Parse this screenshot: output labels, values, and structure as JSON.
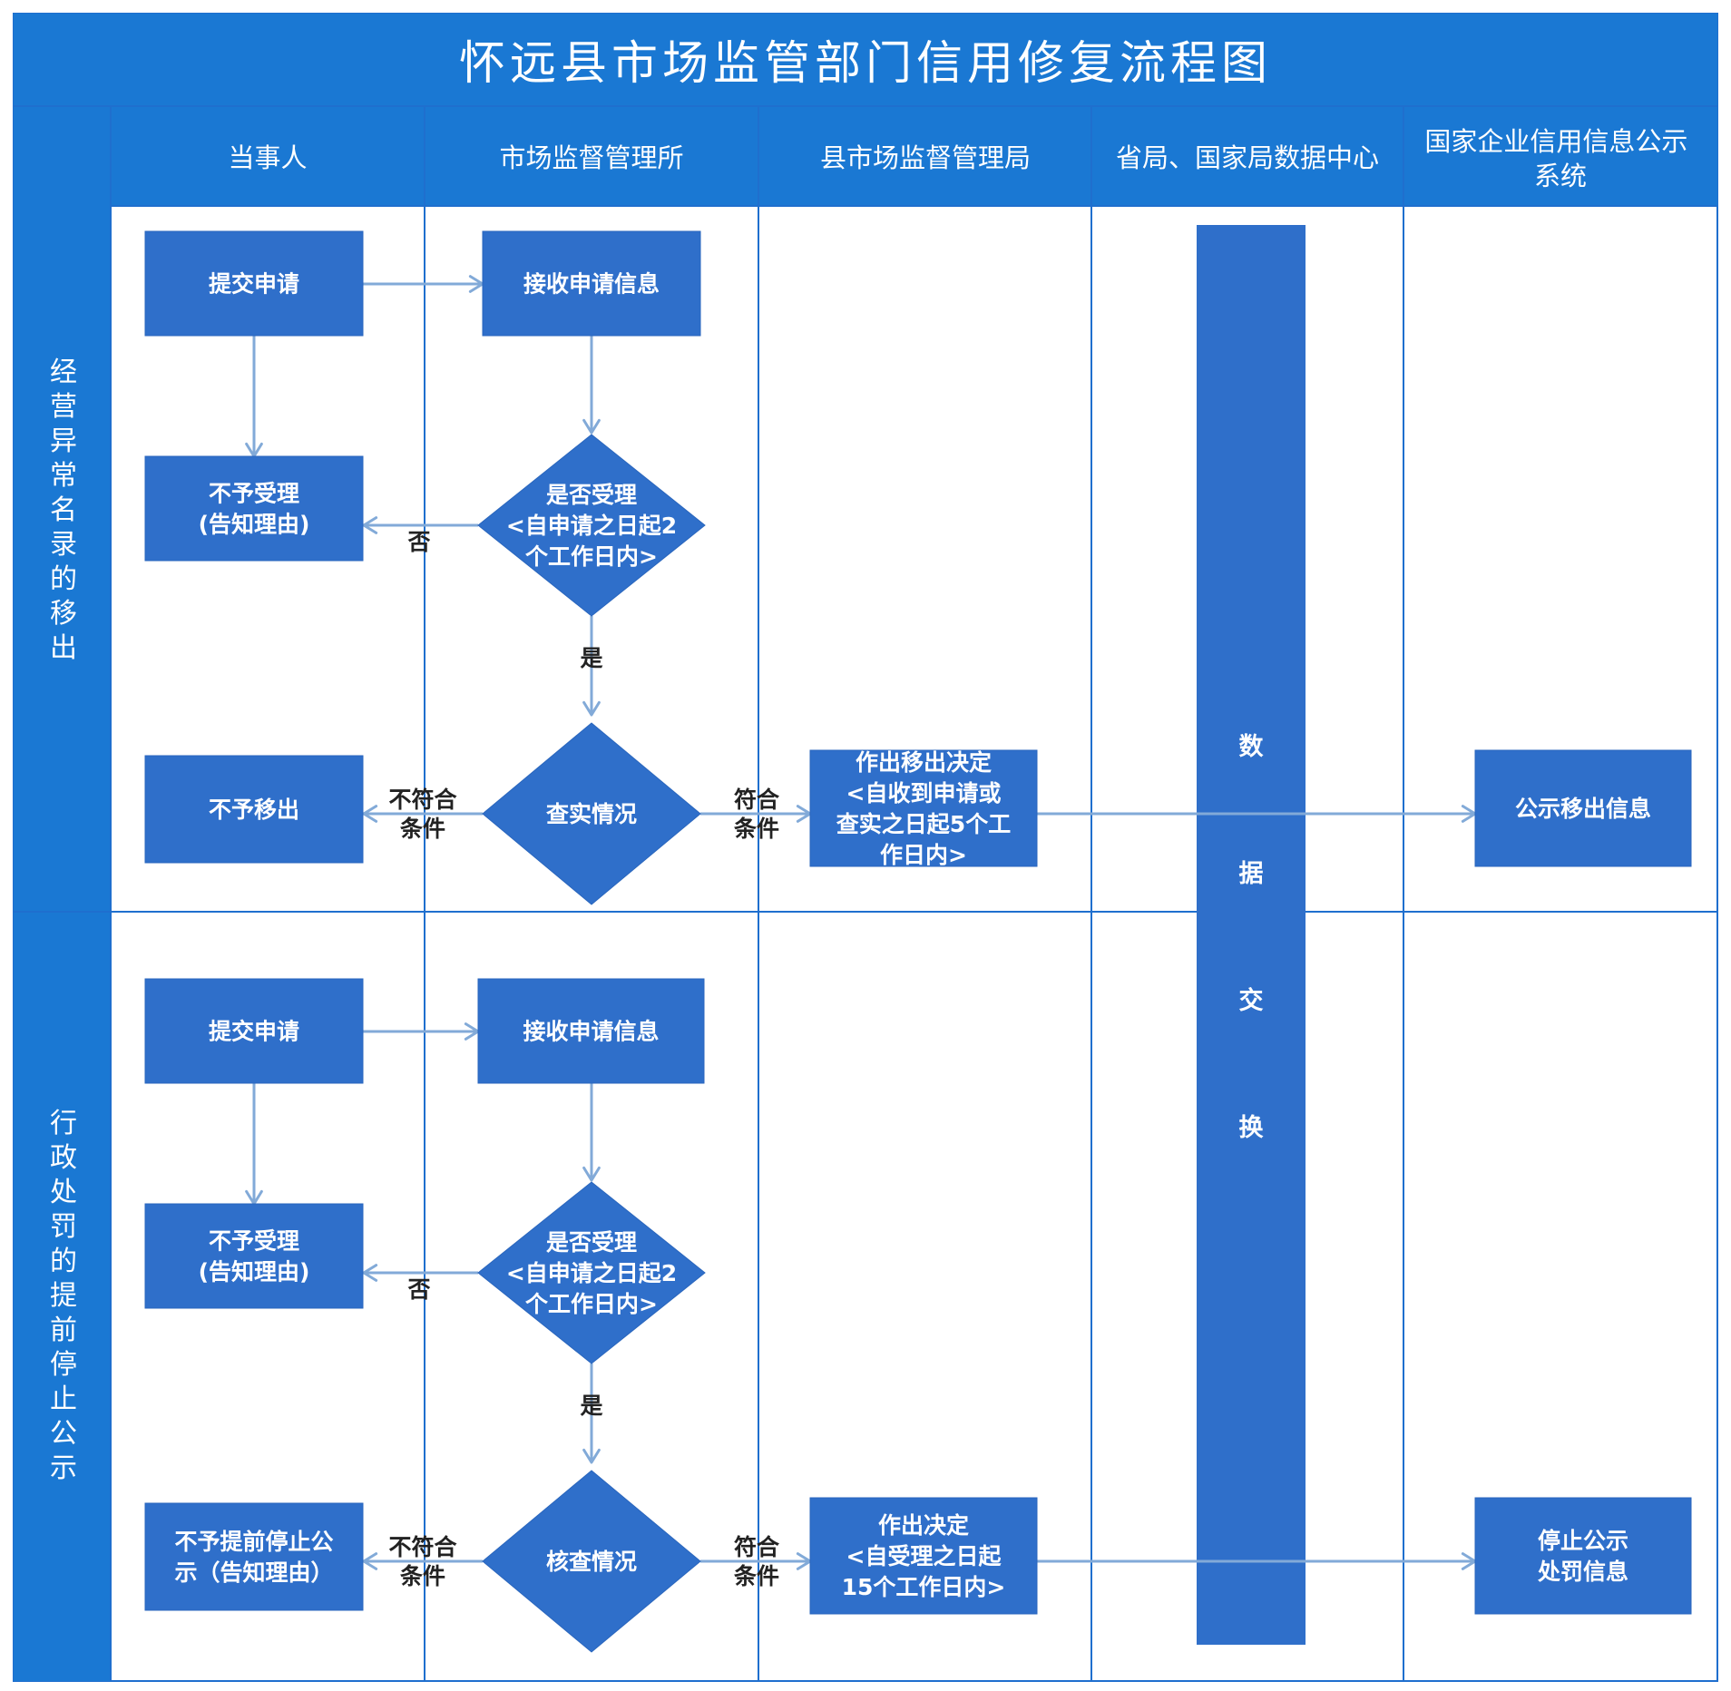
{
  "title": "怀远县市场监管部门信用修复流程图",
  "colors": {
    "header": "#1a78d3",
    "node": "#2f6fca",
    "arrow": "#82aad8",
    "border": "#1f6fce"
  },
  "lanes": [
    "当事人",
    "市场监督管理所",
    "县市场监督管理局",
    "省局、国家局数据中心",
    "国家企业信用信息公示系统"
  ],
  "rows": [
    {
      "label": "经营异常名录的移出",
      "nodes": {
        "submit": [
          "提交申请"
        ],
        "receive": [
          "接收申请信息"
        ],
        "reject": [
          "不予受理",
          "(告知理由)"
        ],
        "accept_q": [
          "是否受理",
          "<自申请之日起2",
          "个工作日内>"
        ],
        "check": [
          "查实情况"
        ],
        "deny": [
          "不予移出"
        ],
        "decide": [
          "作出移出决定",
          "<自收到申请或",
          "查实之日起5个工",
          "作日内>"
        ],
        "publish": [
          "公示移出信息"
        ]
      },
      "edges": {
        "no": "否",
        "yes": "是",
        "not_met": [
          "不符合",
          "条件"
        ],
        "met": [
          "符合",
          "条件"
        ]
      }
    },
    {
      "label": "行政处罚的提前停止公示",
      "nodes": {
        "submit": [
          "提交申请"
        ],
        "receive": [
          "接收申请信息"
        ],
        "reject": [
          "不予受理",
          "(告知理由)"
        ],
        "accept_q": [
          "是否受理",
          "<自申请之日起2",
          "个工作日内>"
        ],
        "check": [
          "核查情况"
        ],
        "deny": [
          "不予提前停止公",
          "示（告知理由）"
        ],
        "decide": [
          "作出决定",
          "<自受理之日起",
          "15个工作日内>"
        ],
        "publish": [
          "停止公示",
          "处罚信息"
        ]
      },
      "edges": {
        "no": "否",
        "yes": "是",
        "not_met": [
          "不符合",
          "条件"
        ],
        "met": [
          "符合",
          "条件"
        ]
      }
    }
  ],
  "bus_label": [
    "数",
    "据",
    "交",
    "换"
  ]
}
